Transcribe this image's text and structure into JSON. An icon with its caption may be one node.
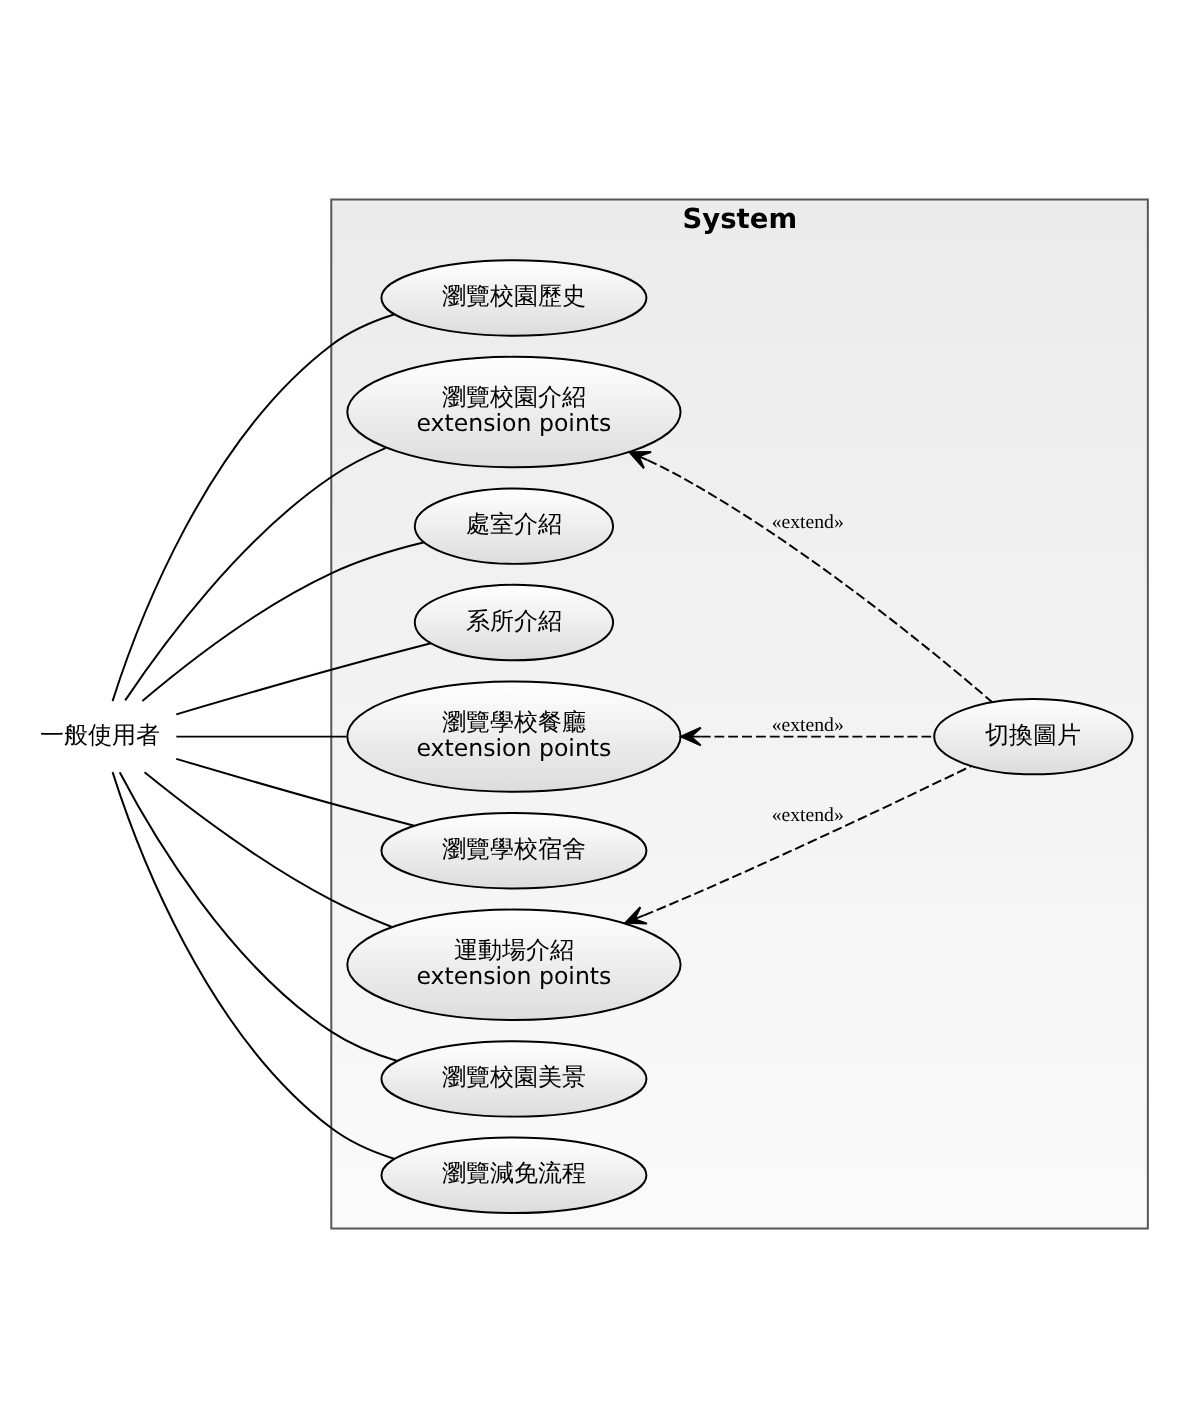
{
  "diagram": {
    "nodes": [
      {
        "text": [
          "一般使用者"
        ]
      },
      {
        "text": [
          "System"
        ]
      },
      {
        "text": [
          "瀏覽校園歷史"
        ],
        "in": 1
      },
      {
        "text": [
          "瀏覽校園介紹",
          "extension points"
        ],
        "in": 1
      },
      {
        "text": [
          "處室介紹"
        ],
        "in": 1
      },
      {
        "text": [
          "系所介紹"
        ],
        "in": 1
      },
      {
        "text": [
          "瀏覽學校餐廳",
          "extension points"
        ],
        "in": 1
      },
      {
        "text": [
          "瀏覽學校宿舍"
        ],
        "in": 1
      },
      {
        "text": [
          "運動場介紹",
          "extension points"
        ],
        "in": 1
      },
      {
        "text": [
          "瀏覽校園美景"
        ],
        "in": 1
      },
      {
        "text": [
          "瀏覽減免流程"
        ],
        "in": 1
      },
      {
        "text": [
          "切換圖片"
        ],
        "in": 1
      }
    ],
    "edges": [
      {
        "from": 0,
        "to": 2,
        "arrow": "none"
      },
      {
        "from": 0,
        "to": 3,
        "arrow": "none"
      },
      {
        "from": 0,
        "to": 4,
        "arrow": "none"
      },
      {
        "from": 0,
        "to": 5,
        "arrow": "none"
      },
      {
        "from": 0,
        "to": 6,
        "arrow": "none"
      },
      {
        "from": 0,
        "to": 7,
        "arrow": "none"
      },
      {
        "from": 0,
        "to": 8,
        "arrow": "none"
      },
      {
        "from": 0,
        "to": 9,
        "arrow": "none"
      },
      {
        "from": 0,
        "to": 10,
        "arrow": "none"
      },
      {
        "from": 11,
        "to": 3,
        "arrow": "to",
        "label": "«extend»",
        "style": "dashed"
      },
      {
        "from": 11,
        "to": 6,
        "arrow": "to",
        "label": "«extend»",
        "style": "dashed"
      },
      {
        "from": 11,
        "to": 8,
        "arrow": "to",
        "label": "«extend»",
        "style": "dashed"
      }
    ]
  }
}
